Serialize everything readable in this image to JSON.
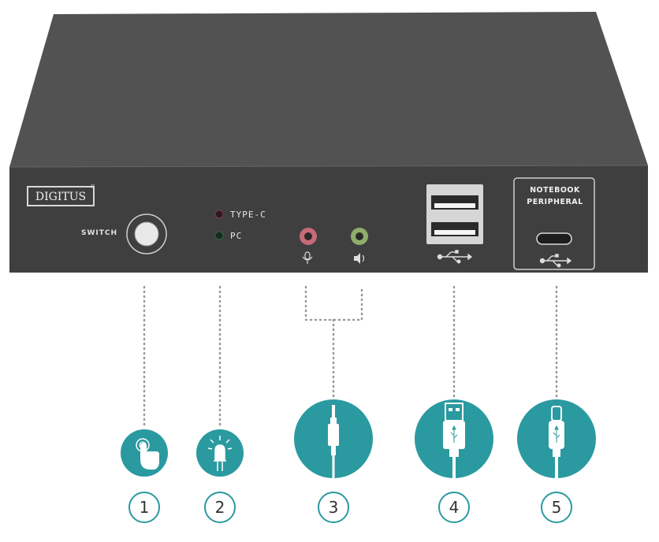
{
  "device": {
    "brand": "DIGITUS",
    "brand_mark": "®",
    "switch_label": "SWITCH",
    "led_typec_label": "TYPE-C",
    "led_pc_label": "PC",
    "notebook_label_line1": "NOTEBOOK",
    "notebook_label_line2": "PERIPHERAL"
  },
  "callouts": [
    {
      "number": "1",
      "icon": "hand-touch-icon"
    },
    {
      "number": "2",
      "icon": "led-icon"
    },
    {
      "number": "3",
      "icon": "audio-jack-icon"
    },
    {
      "number": "4",
      "icon": "usb-a-plug-icon"
    },
    {
      "number": "5",
      "icon": "usb-c-plug-icon"
    }
  ],
  "colors": {
    "accent": "#2a9aa0",
    "device_body": "#4a4a4a",
    "mic_port": "#c76a78",
    "speaker_port": "#8fae6a"
  }
}
